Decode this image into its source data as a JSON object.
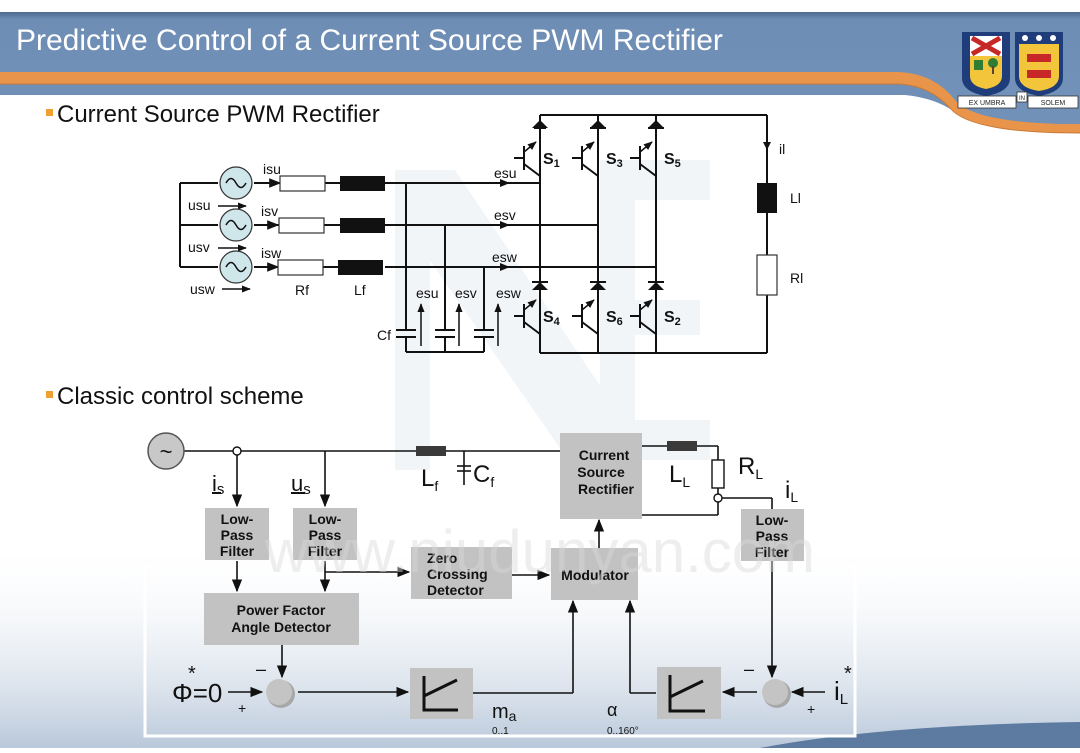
{
  "slide": {
    "title": "Predictive Control of a Current Source PWM Rectifier",
    "logo": {
      "name": "university-crest",
      "motto_left": "EX UMBRA",
      "motto_mid": "IN",
      "motto_right": "SOLEM"
    },
    "colors": {
      "header_band": "#6d8db5",
      "header_dark": "#4e6c93",
      "accent_orange": "#e8944a",
      "bullet_square": "#f0a030",
      "block_gray": "#c2c2c2",
      "source_circle_teal": "#cfe6ea"
    },
    "bullets": [
      {
        "text": "Current Source PWM Rectifier"
      },
      {
        "text": "Classic control scheme"
      }
    ],
    "watermark": "www.niudunyan.com"
  },
  "rectifier_circuit": {
    "source_currents": [
      "isu",
      "isv",
      "isw"
    ],
    "source_voltages": [
      "usu",
      "usv",
      "usw"
    ],
    "filter_resistor": "Rf",
    "filter_inductor": "Lf",
    "filter_capacitor": "Cf",
    "line_voltages": [
      "esu",
      "esv",
      "esw"
    ],
    "cap_voltages": [
      "esu",
      "esv",
      "esw"
    ],
    "switches_top": [
      {
        "letter": "S",
        "sub": "1"
      },
      {
        "letter": "S",
        "sub": "3"
      },
      {
        "letter": "S",
        "sub": "5"
      }
    ],
    "switches_bottom": [
      {
        "letter": "S",
        "sub": "4"
      },
      {
        "letter": "S",
        "sub": "6"
      },
      {
        "letter": "S",
        "sub": "2"
      }
    ],
    "load_current": "il",
    "load_inductor": "Ll",
    "load_resistor": "Rl"
  },
  "control_scheme": {
    "source_symbol": "~",
    "is_label": {
      "main": "i",
      "sub": "s"
    },
    "us_label": {
      "main": "u",
      "sub": "s"
    },
    "lf_label": {
      "main": "L",
      "sub": "f"
    },
    "cf_label": {
      "main": "C",
      "sub": "f"
    },
    "ll_label": {
      "main": "L",
      "sub": "L"
    },
    "rl_label": {
      "main": "R",
      "sub": "L"
    },
    "il_label": {
      "main": "i",
      "sub": "L"
    },
    "blocks": {
      "lpf_is": [
        "Low-",
        "Pass",
        "Filter"
      ],
      "lpf_us": [
        "Low-",
        "Pass",
        "Filter"
      ],
      "lpf_il": [
        "Low-",
        "Pass",
        "Filter"
      ],
      "zero_crossing": [
        "Zero",
        "Crossing",
        "Detector"
      ],
      "modulator": [
        "Modulator"
      ],
      "csr": [
        "Current",
        "Source",
        "Rectifier"
      ],
      "pfad": [
        "Power Factor",
        "Angle Detector"
      ]
    },
    "phi_ref": "Φ=0",
    "phi_star": "*",
    "il_ref": {
      "main": "i",
      "sub": "L",
      "star": "*"
    },
    "sum_minus": "–",
    "sum_plus": "+",
    "ma_label": {
      "main": "m",
      "sub": "a",
      "range": "0..1"
    },
    "alpha_label": {
      "main": "α",
      "range": "0..160°"
    }
  }
}
